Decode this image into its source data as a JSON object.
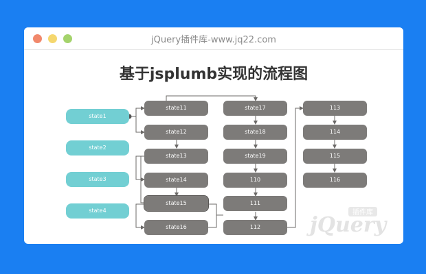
{
  "window": {
    "title": "jQuery插件库-www.jq22.com"
  },
  "page": {
    "heading": "基于jsplumb实现的流程图"
  },
  "states": {
    "s1": "state1",
    "s2": "state2",
    "s3": "state3",
    "s4": "state4"
  },
  "col1": {
    "n11": "state11",
    "n12": "state12",
    "n13": "state13",
    "n14": "state14",
    "n15": "state15",
    "n16": "state16"
  },
  "col2": {
    "n17": "state17",
    "n18": "state18",
    "n19": "state19",
    "n110": "110",
    "n111": "111",
    "n112": "112"
  },
  "col3": {
    "n113": "113",
    "n114": "114",
    "n115": "115",
    "n116": "116"
  },
  "watermark": {
    "text": "jQuery",
    "badge": "插件库"
  },
  "colors": {
    "background": "#1a7ff2",
    "state_node": "#72cfd3",
    "grey_node": "#7d7b79",
    "connector": "#6b6967"
  }
}
